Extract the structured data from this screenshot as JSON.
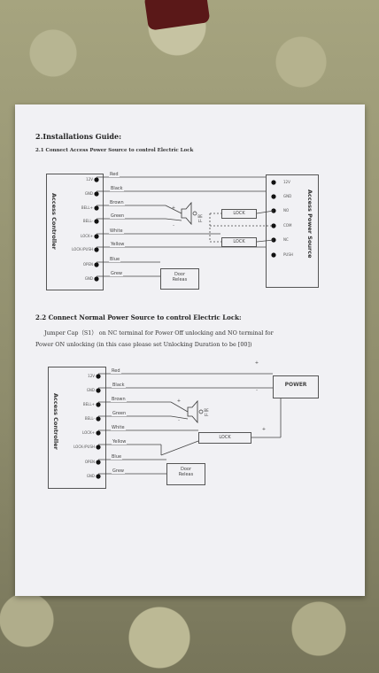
{
  "heading": "2.Installations Guide:",
  "section1": {
    "title": "2.1 Connect Access Power Source to control Electric Lock",
    "controller_label": "Access Controller",
    "power_label": "Access Power Source",
    "pins": [
      "12V",
      "GND",
      "BELL+",
      "BELL-",
      "LOCK+",
      "LOCK-/PUSH",
      "OPEN",
      "GND"
    ],
    "wires": [
      "Red",
      "Black",
      "Brown",
      "Green",
      "White",
      "Yellow",
      "Blue",
      "Grew"
    ],
    "power_pins": [
      "12V",
      "GND",
      "NO",
      "COM",
      "NC",
      "PUSH"
    ],
    "bell": "BE\nLL",
    "lock1": "LOCK",
    "lock2": "LOCK",
    "plus": "+",
    "minus": "-",
    "door": "Door\nReleas"
  },
  "section2": {
    "title": "2.2 Connect Normal Power Source to control Electric Lock:",
    "paragraph_line1": "Jumper Cap（S1）  on NC terminal for Power Off unlocking and NO terminal for",
    "paragraph_line2": "Power ON unlocking (in this case please set Unlocking Duration to be [00])",
    "controller_label": "Access Controller",
    "pins": [
      "12V",
      "GND",
      "BELL+",
      "BELL-",
      "LOCK+",
      "LOCK-/PUSH",
      "OPEN",
      "GND"
    ],
    "wires": [
      "Red",
      "Black",
      "Brown",
      "Green",
      "White",
      "Yellow",
      "Blue",
      "Grew"
    ],
    "power": "POWER",
    "bell": "BE\nLL",
    "lock": "LOCK",
    "plus": "+",
    "minus": "-",
    "door": "Door\nReleas"
  }
}
